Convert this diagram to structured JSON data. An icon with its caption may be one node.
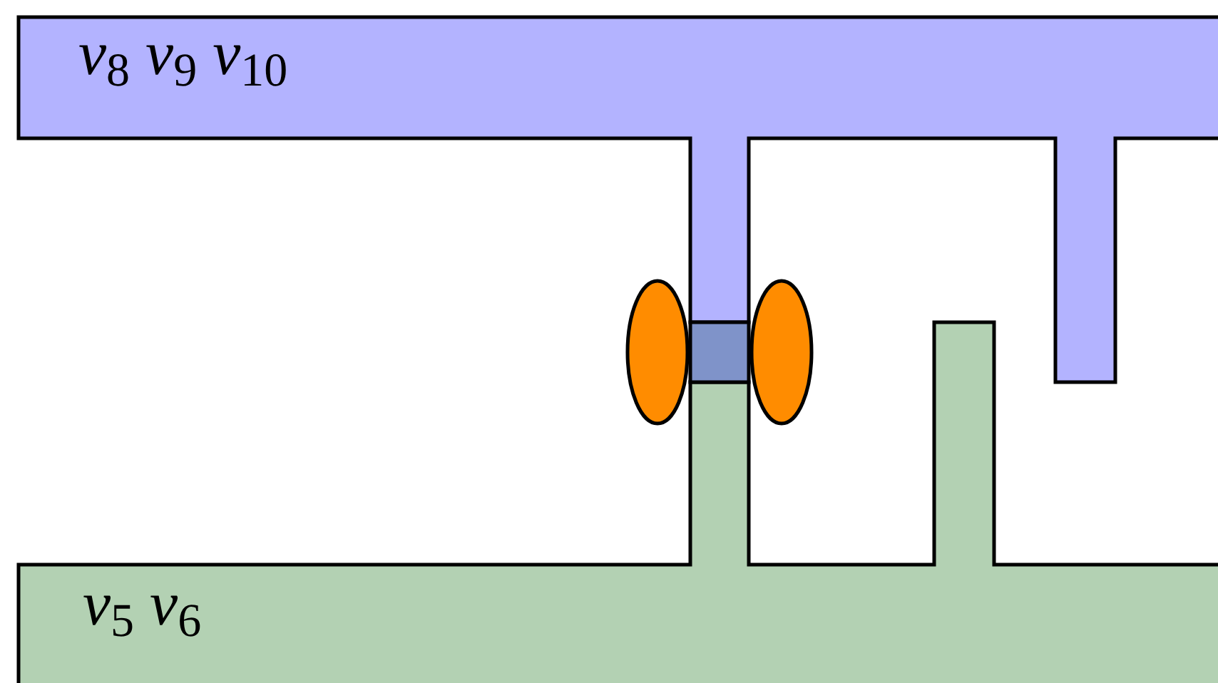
{
  "diagram": {
    "nodes": [
      {
        "text": [
          "*v*$_{8}$ *v*$_{9}$ *v*$_{10}$"
        ]
      },
      {
        "text": [
          "*v*$_{5}$ *v*$_{6}$"
        ]
      },
      {
        "text": [],
        "shape": "box"
      },
      {
        "text": [],
        "shape": "ellipse"
      },
      {
        "text": [],
        "shape": "ellipse"
      }
    ]
  }
}
